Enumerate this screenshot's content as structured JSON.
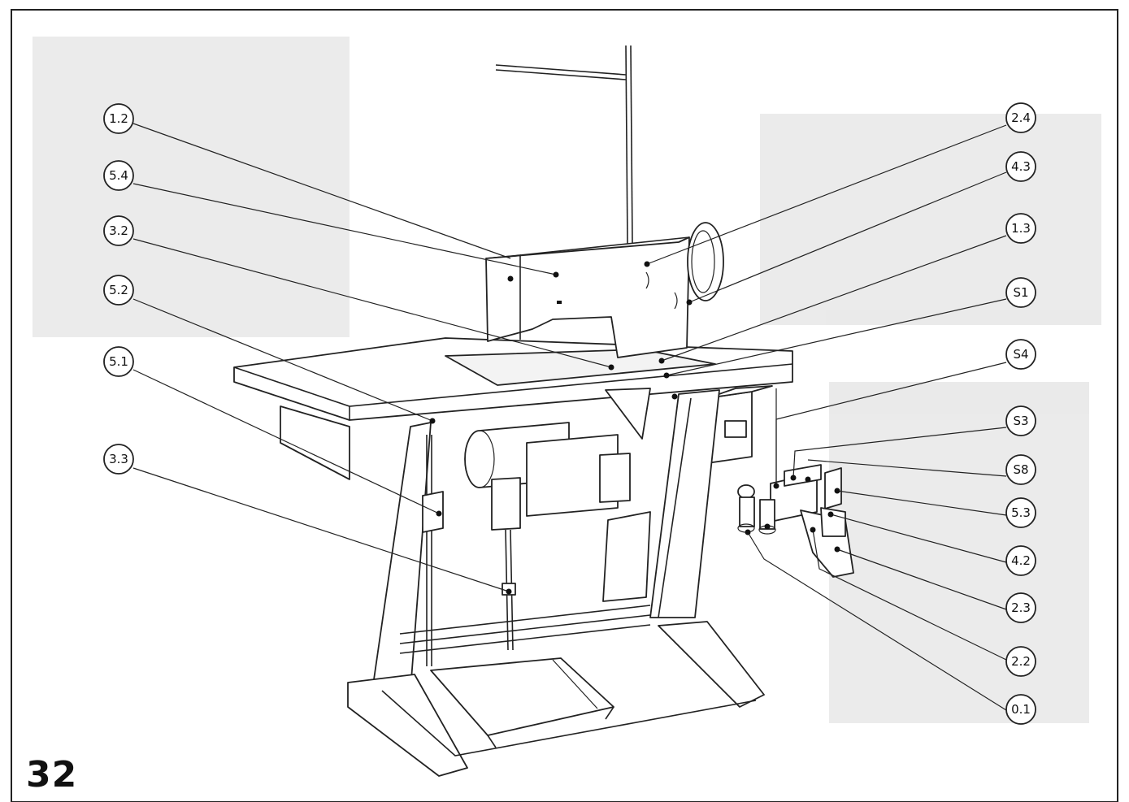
{
  "page": {
    "number": "32"
  },
  "callouts": {
    "c1_2": "1.2",
    "c5_4": "5.4",
    "c3_2": "3.2",
    "c5_2": "5.2",
    "c5_1": "5.1",
    "c3_3": "3.3",
    "c2_4": "2.4",
    "c4_3": "4.3",
    "c1_3": "1.3",
    "cS1": "S1",
    "cS4": "S4",
    "cS3": "S3",
    "cS8": "S8",
    "c5_3": "5.3",
    "c4_2": "4.2",
    "c2_3": "2.3",
    "c2_2": "2.2",
    "c0_1": "0.1"
  }
}
